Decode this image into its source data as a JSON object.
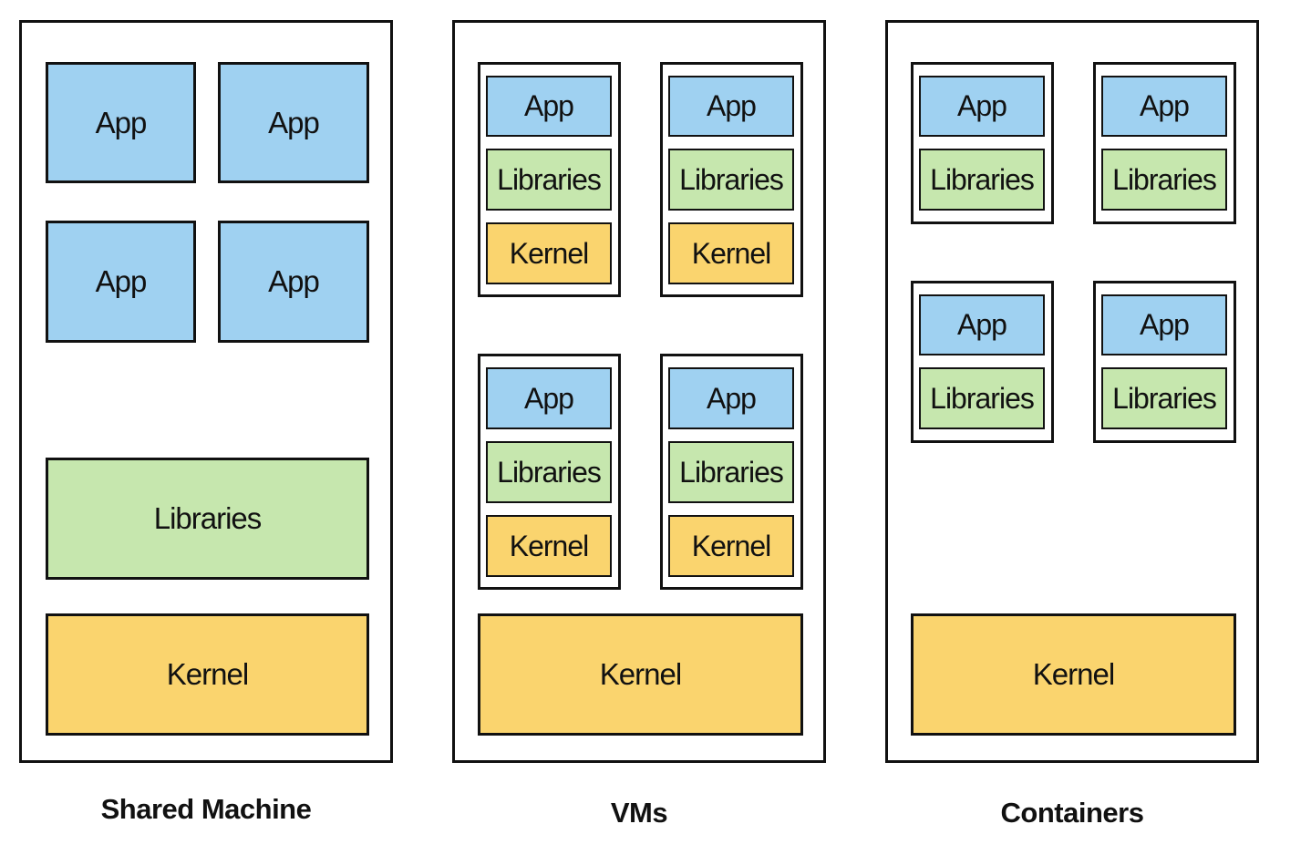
{
  "labels": {
    "app": "App",
    "libraries": "Libraries",
    "kernel": "Kernel"
  },
  "captions": {
    "shared": "Shared Machine",
    "vms": "VMs",
    "containers": "Containers"
  },
  "colors": {
    "app": "#9fd1f1",
    "libraries": "#c6e7ae",
    "kernel": "#fad46e",
    "border": "#111111"
  }
}
